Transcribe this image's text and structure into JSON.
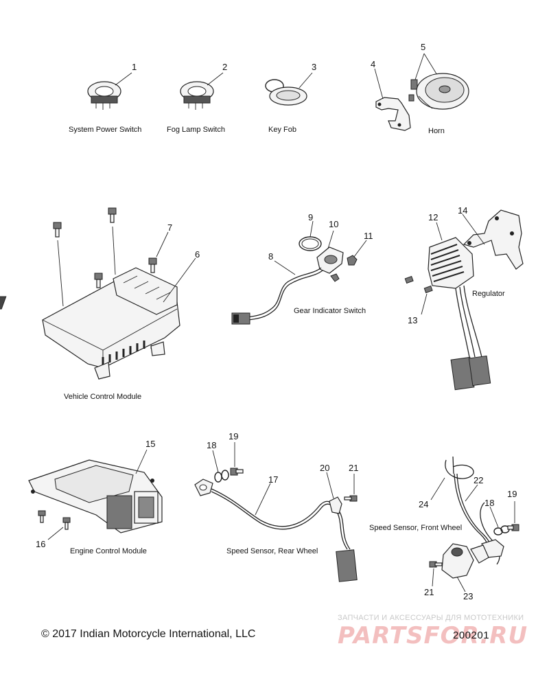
{
  "diagram": {
    "parts": {
      "system_power_switch": {
        "callout": "1",
        "label": "System Power Switch"
      },
      "fog_lamp_switch": {
        "callout": "2",
        "label": "Fog Lamp Switch"
      },
      "key_fob": {
        "callout": "3",
        "label": "Key Fob"
      },
      "horn_bracket": {
        "callout": "4"
      },
      "horn_screws": {
        "callout": "5"
      },
      "horn": {
        "label": "Horn"
      },
      "vcm_connector": {
        "callout": "6"
      },
      "vcm_screws": {
        "callout": "7"
      },
      "vehicle_control_module": {
        "label": "Vehicle Control Module"
      },
      "gear_indicator_switch": {
        "callout": "8",
        "label": "Gear Indicator Switch"
      },
      "o_ring": {
        "callout": "9"
      },
      "gear_plate": {
        "callout": "10"
      },
      "gear_nut": {
        "callout": "11"
      },
      "regulator": {
        "callout": "12",
        "label": "Regulator"
      },
      "regulator_screw": {
        "callout": "13"
      },
      "regulator_bracket": {
        "callout": "14"
      },
      "engine_control_module": {
        "callout": "15",
        "label": "Engine Control Module"
      },
      "ecm_screws": {
        "callout": "16"
      },
      "speed_sensor_rear": {
        "callout": "17",
        "label": "Speed Sensor, Rear Wheel"
      },
      "washer_rear": {
        "callout": "18"
      },
      "bolt_rear": {
        "callout": "19"
      },
      "clip_rear": {
        "callout": "20"
      },
      "screw_rear": {
        "callout": "21"
      },
      "speed_sensor_front": {
        "callout": "22",
        "label": "Speed Sensor, Front Wheel"
      },
      "washer_front": {
        "callout": "18"
      },
      "bolt_front": {
        "callout": "19"
      },
      "screw_front": {
        "callout": "21"
      },
      "front_bracket": {
        "callout": "23"
      },
      "cable_tie": {
        "callout": "24"
      }
    }
  },
  "footer": {
    "copyright": "© 2017 Indian Motorcycle International, LLC",
    "code": "200201"
  },
  "watermark": {
    "tagline": "ЗАПЧАСТИ И АКСЕССУАРЫ ДЛЯ МОТОТЕХНИКИ",
    "brand": "PARTSFOR.RU"
  }
}
